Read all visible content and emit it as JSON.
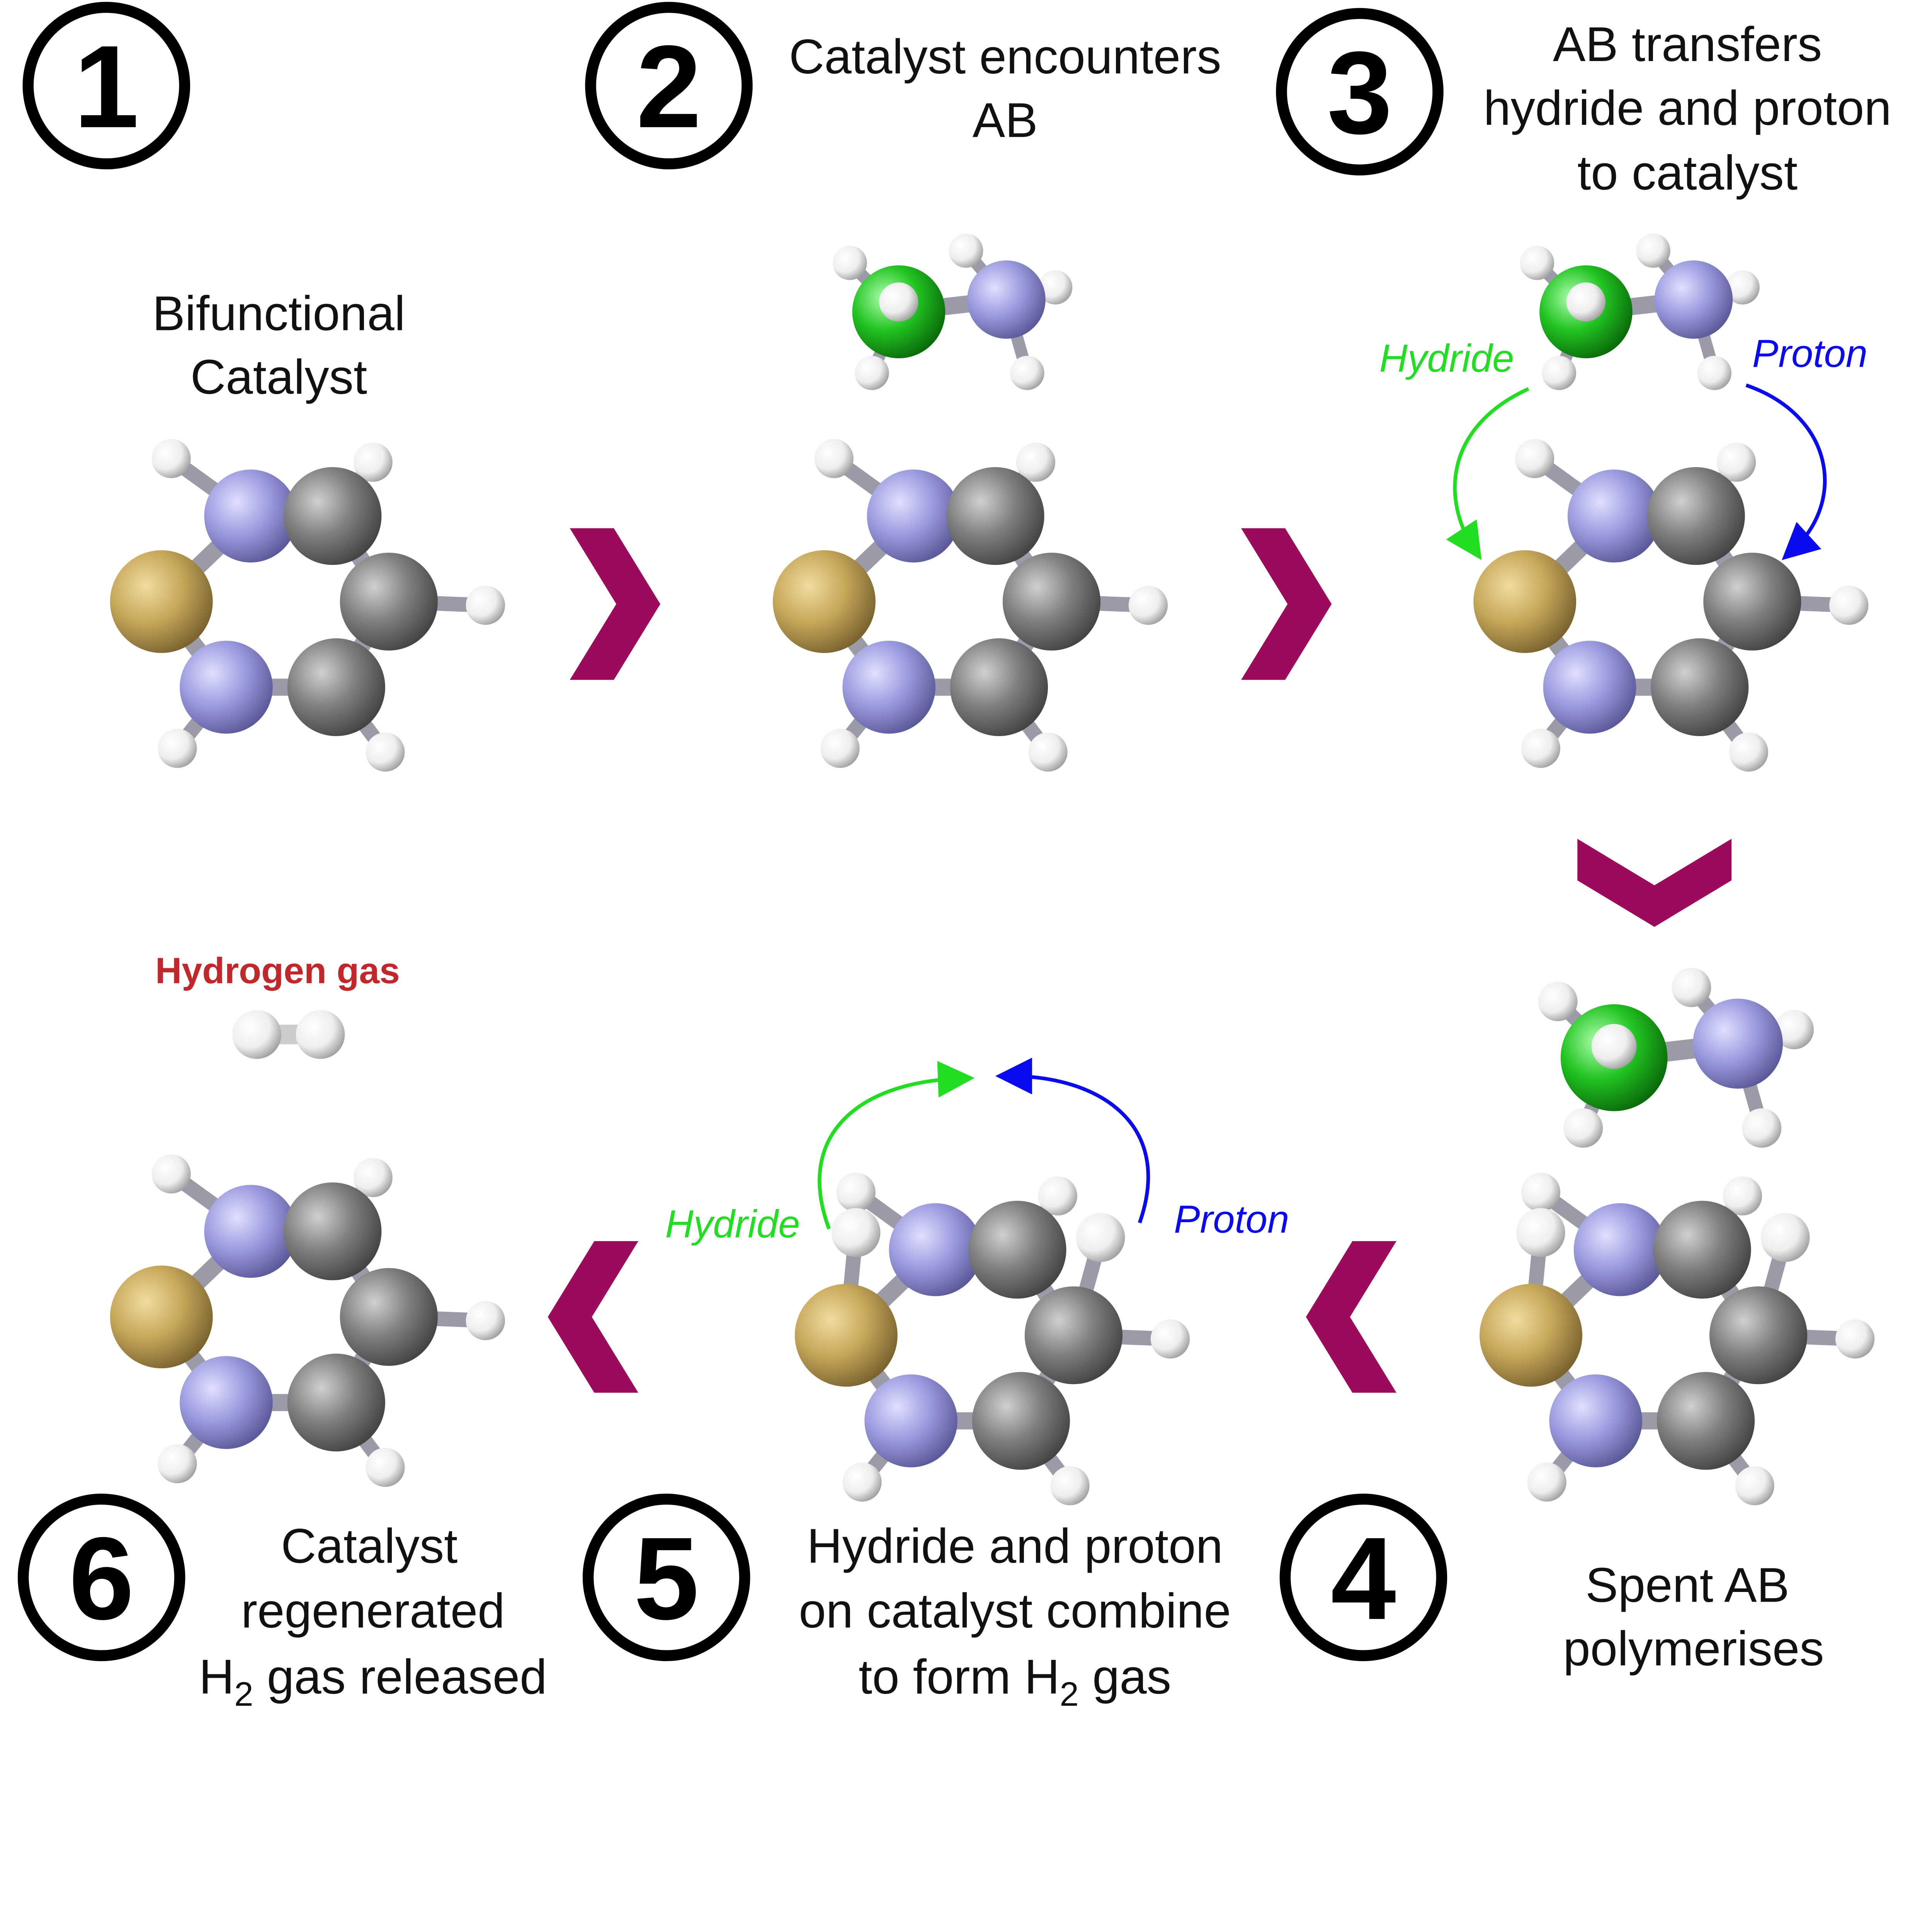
{
  "steps": [
    {
      "number": "1",
      "lines": [
        "Bifunctional",
        "Catalyst"
      ]
    },
    {
      "number": "2",
      "lines": [
        "Catalyst encounters",
        "AB"
      ]
    },
    {
      "number": "3",
      "lines": [
        "AB transfers",
        "hydride and proton",
        "to catalyst"
      ]
    },
    {
      "number": "4",
      "lines": [
        "Spent AB",
        "polymerises"
      ]
    },
    {
      "number": "5",
      "lines": [
        "Hydride and proton",
        "on catalyst combine",
        "to form H",
        "2",
        " gas"
      ]
    },
    {
      "number": "6",
      "lines": [
        "Catalyst",
        "regenerated",
        "H",
        "2",
        " gas released"
      ]
    }
  ],
  "labels": {
    "hydride": "Hydride",
    "proton": "Proton",
    "hydrogen_gas": "Hydrogen gas"
  },
  "colors": {
    "chevron": "#9c0a5c",
    "hydride": "#22dd22",
    "proton": "#0a0aee",
    "hydrogen_gas": "#c0282c",
    "boron": "#c8a85a",
    "nitrogen": "#9c9ce0",
    "carbon": "#7a7a7a",
    "hydrogen": "#f0f0f0",
    "ab_boron": "#22c422"
  }
}
